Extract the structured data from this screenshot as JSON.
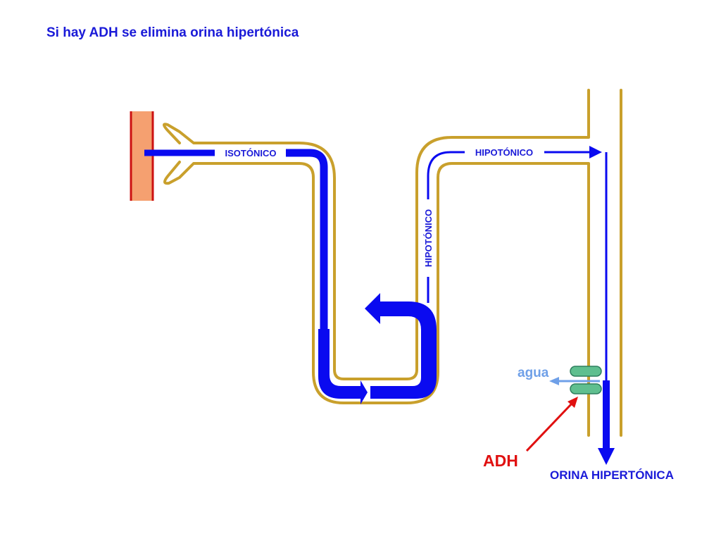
{
  "title": "Si hay ADH se elimina orina hipertónica",
  "labels": {
    "isotonic": "ISOTÓNICO",
    "hypotonic_top": "HIPOTÓNICO",
    "hypotonic_vertical": "HIPOTÓNICO",
    "water": "agua",
    "adh": "ADH",
    "urine": "ORINA HIPERTÓNICA"
  },
  "colors": {
    "title": "#1a1ad8",
    "tubule_wall": "#c9a02c",
    "flow": "#0a0af0",
    "vessel_fill": "#f5a070",
    "vessel_border": "#cc1111",
    "adh": "#e01010",
    "water": "#6fa0e8",
    "aquaporin": "#5fbf8f",
    "aquaporin_border": "#2f7f5f"
  }
}
